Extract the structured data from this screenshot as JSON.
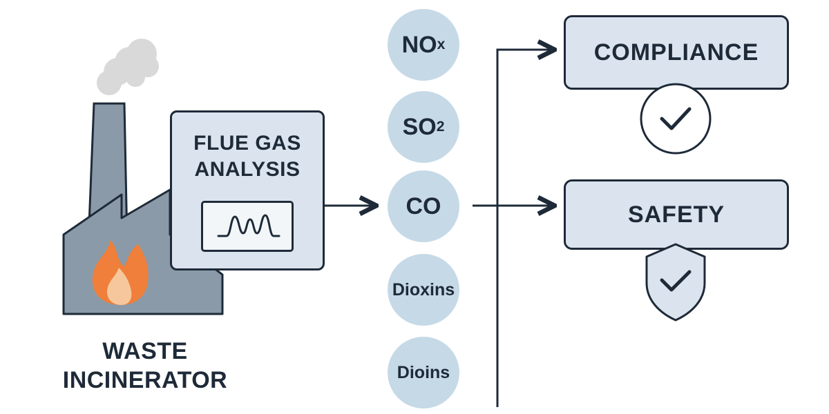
{
  "incinerator": {
    "label_line1": "WASTE",
    "label_line2": "INCINERATOR",
    "colors": {
      "building": "#8b9aa8",
      "stack": "#8b9aa8",
      "smoke": "#d9d9d9",
      "flame_outer": "#ef7f3a",
      "flame_inner": "#f6c79c"
    }
  },
  "analysis": {
    "title_line1": "FLUE GAS",
    "title_line2": "ANALYSIS",
    "icon": "waveform-monitor-icon"
  },
  "pollutants": [
    {
      "id": "nox",
      "label": "NO",
      "sub": "x"
    },
    {
      "id": "so2",
      "label": "SO",
      "sub": "2"
    },
    {
      "id": "co",
      "label": "CO",
      "sub": ""
    },
    {
      "id": "dioxins",
      "label": "Dioxins",
      "sub": ""
    },
    {
      "id": "dioins",
      "label": "Dioins",
      "sub": ""
    }
  ],
  "outcomes": {
    "compliance": {
      "label": "COMPLIANCE",
      "icon": "check-circle-icon"
    },
    "safety": {
      "label": "SAFETY",
      "icon": "shield-check-icon"
    }
  },
  "colors": {
    "ink": "#1e2a38",
    "panel_fill": "#dbe4ee",
    "bubble_fill": "#c6d9e6"
  }
}
